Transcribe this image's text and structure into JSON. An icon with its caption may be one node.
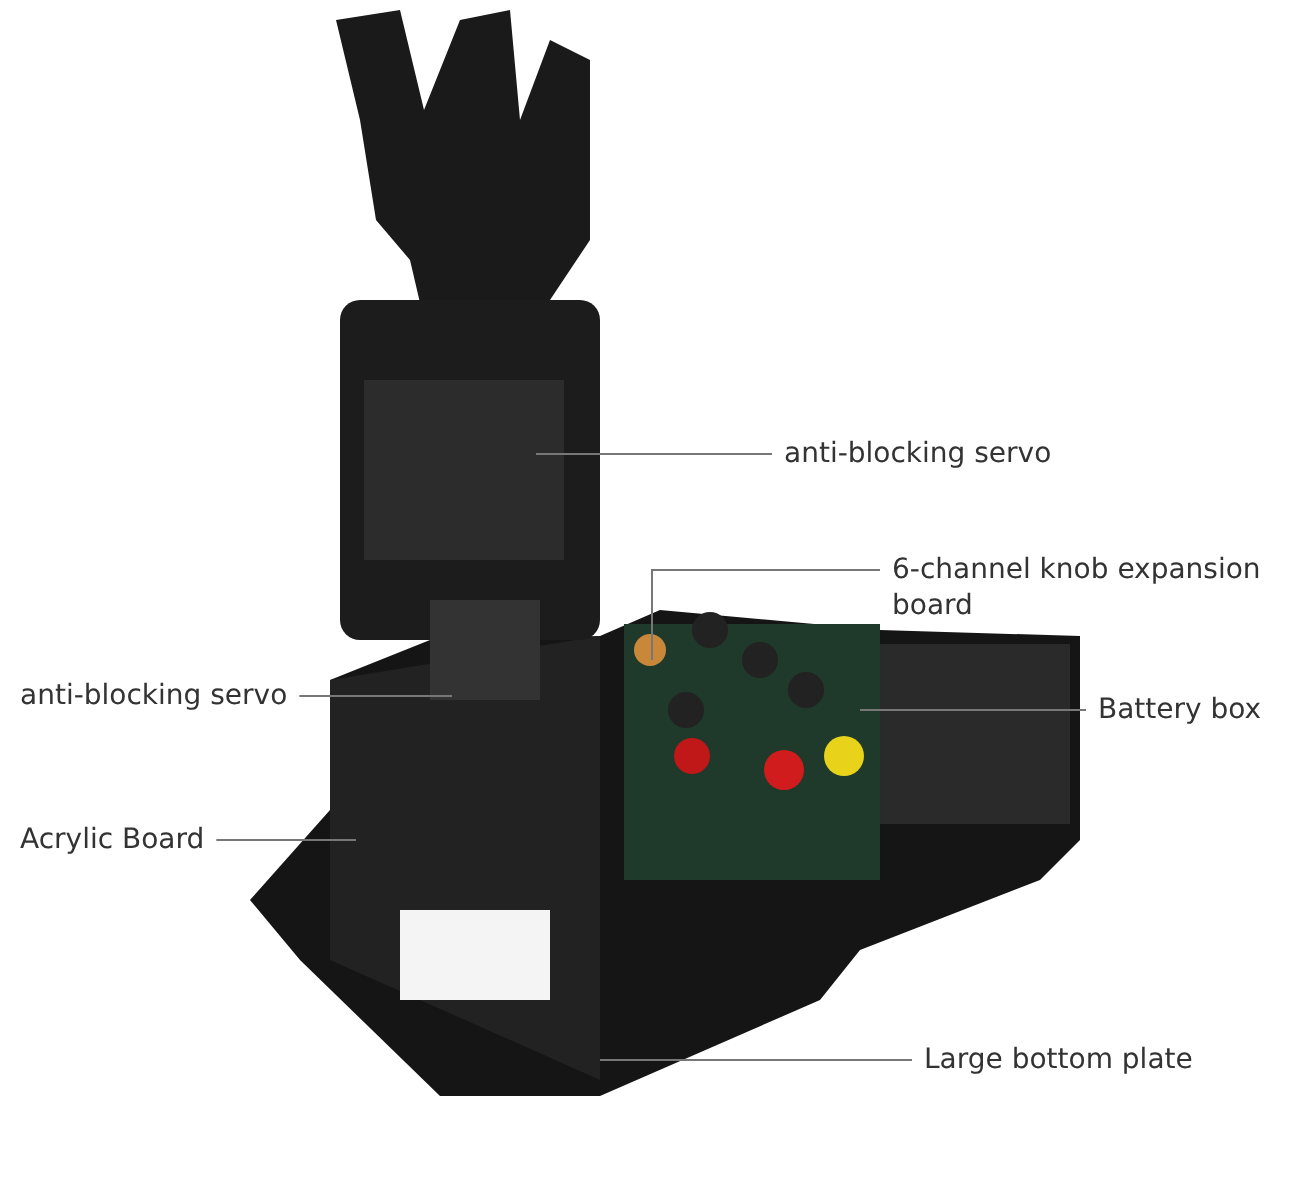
{
  "diagram": {
    "nodes": [
      {
        "text": [
          "anti-blocking servo"
        ]
      },
      {
        "text": [
          "6-channel knob expansion board"
        ]
      },
      {
        "text": [
          "Battery box"
        ]
      },
      {
        "text": [
          "anti-blocking servo"
        ]
      },
      {
        "text": [
          "Acrylic Board"
        ]
      },
      {
        "text": [
          "Large bottom plate"
        ]
      }
    ],
    "edges": [
      {
        "from": 0,
        "to": null,
        "arrow": "none"
      },
      {
        "from": 1,
        "to": null,
        "arrow": "none"
      },
      {
        "from": 2,
        "to": null,
        "arrow": "none"
      },
      {
        "from": 3,
        "to": null,
        "arrow": "none"
      },
      {
        "from": 4,
        "to": null,
        "arrow": "none"
      },
      {
        "from": 5,
        "to": null,
        "arrow": "none"
      }
    ]
  }
}
